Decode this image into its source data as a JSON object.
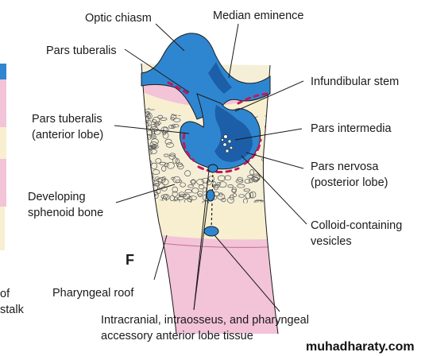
{
  "labels": {
    "optic_chiasm": "Optic chiasm",
    "median_eminence": "Median eminence",
    "pars_tuberalis": "Pars tuberalis",
    "infundibular_stem": "Infundibular stem",
    "pars_tuberalis_anterior_1": "Pars tuberalis",
    "pars_tuberalis_anterior_2": "(anterior lobe)",
    "pars_intermedia": "Pars intermedia",
    "pars_nervosa_1": "Pars nervosa",
    "pars_nervosa_2": "(posterior lobe)",
    "developing_sphenoid_1": "Developing",
    "developing_sphenoid_2": "sphenoid bone",
    "colloid_1": "Colloid-containing",
    "colloid_2": "vesicles",
    "pharyngeal_roof": "Pharyngeal roof",
    "accessory_1": "Intracranial, intraosseus, and pharyngeal",
    "accessory_2": "accessory anterior lobe tissue",
    "left_fragment_1": "of",
    "left_fragment_2": "stalk",
    "panel_letter": "F",
    "watermark": "muhadharaty.com"
  },
  "colors": {
    "neural_blue": "#2f86d0",
    "neural_dark": "#1c5fa8",
    "pink_layer": "#f3c3d8",
    "cream_layer": "#f7efcf",
    "bone_bg": "#f5efd8",
    "vesicle_red": "#c2185b"
  }
}
